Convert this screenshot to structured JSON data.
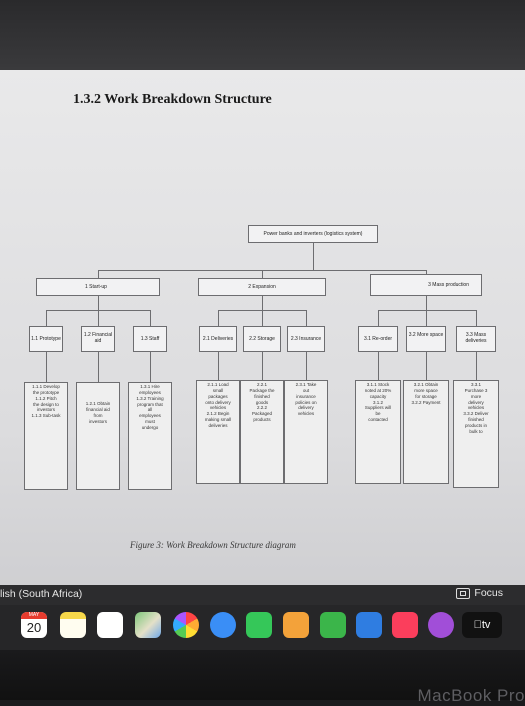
{
  "document": {
    "heading": "1.3.2 Work Breakdown Structure",
    "root": "Power banks and inverters (logistics system)",
    "phases": [
      {
        "label": "1 Start-up",
        "tasks": [
          {
            "label": "1.1 Prototype",
            "subtasks": [
              "1.1.1 Develop",
              "the prototype",
              "1.1.2 Pitch",
              "the design to",
              "investors",
              "1.1.3 Sub-task"
            ]
          },
          {
            "label": "1.2 Financial aid",
            "subtasks": [
              "1.2.1 Obtain",
              "financial aid",
              "from",
              "investors"
            ]
          },
          {
            "label": "1.3 Staff",
            "subtasks": [
              "1.3.1 Hire",
              "employees",
              "1.3.2 Training",
              "program that",
              "all",
              "employees",
              "must",
              "undergo"
            ]
          }
        ]
      },
      {
        "label": "2 Expansion",
        "tasks": [
          {
            "label": "2.1 Deliveries",
            "subtasks": [
              "2.1.1 Load",
              "small",
              "packages",
              "onto delivery",
              "vehicles",
              "2.1.2 Begin",
              "making small",
              "deliveries"
            ]
          },
          {
            "label": "2.2 Storage",
            "subtasks": [
              "2.2.1",
              "Package the",
              "finished",
              "goods",
              "2.2.2",
              "Packaged",
              "products"
            ]
          },
          {
            "label": "2.3 Insurance",
            "subtasks": [
              "2.3.1 Take",
              "out",
              "insurance",
              "policies on",
              "delivery",
              "vehicles"
            ]
          }
        ]
      },
      {
        "label": "3 Mass production",
        "tasks": [
          {
            "label": "3.1 Re-order",
            "subtasks": [
              "3.1.1 Stock",
              "noted at 20%",
              "capacity",
              "3.1.2",
              "Suppliers will",
              "be",
              "contacted"
            ]
          },
          {
            "label": "3.2 More space",
            "subtasks": [
              "3.2.1 Obtain",
              "more space",
              "for storage",
              "3.2.2 Payment"
            ]
          },
          {
            "label": "3.3 Mass deliveries",
            "subtasks": [
              "3.3.1",
              "Purchase 3",
              "more",
              "delivery",
              "vehicles",
              "3.3.2 Deliver",
              "finished",
              "products in",
              "bulk to"
            ]
          }
        ]
      }
    ],
    "caption": "Figure 3: Work Breakdown Structure diagram"
  },
  "status_bar": {
    "language": "lish (South Africa)",
    "focus_label": "Focus"
  },
  "dock": {
    "calendar_month": "MAY",
    "calendar_day": "20",
    "tv_label": "tv"
  },
  "device": {
    "brand": "MacBook Pro"
  }
}
